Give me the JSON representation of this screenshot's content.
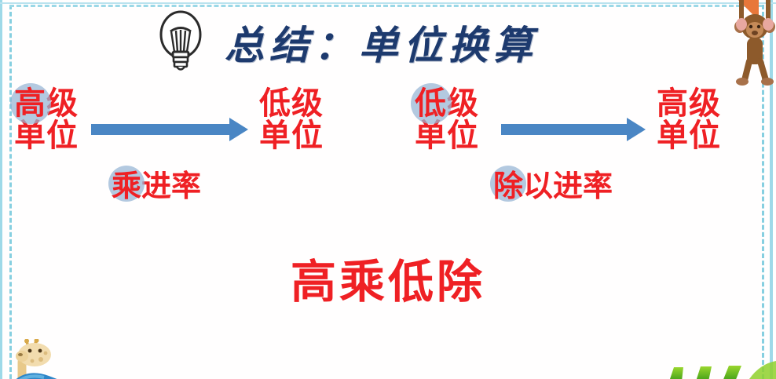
{
  "slide": {
    "title": "总结：单位换算",
    "bulb_icon": "lightbulb-icon",
    "conclusion": "高乘低除",
    "colors": {
      "title": "#1d3a6e",
      "text_red": "#ef2024",
      "arrow_blue": "#4a86c4",
      "highlight_circle": "#96b4d4",
      "border_cyan": "#86cfe0",
      "corner_orange": "#e8773a",
      "grass_green": "#74c12a"
    }
  },
  "flows": [
    {
      "from_line1_hl": "高",
      "from_line1_rest": "级",
      "from_line2": "单位",
      "to_line1": "低级",
      "to_line2": "单位",
      "operation_hl": "乘",
      "operation_rest": "进率",
      "arrow": "arrow-right-icon"
    },
    {
      "from_line1_hl": "低",
      "from_line1_rest": "级",
      "from_line2": "单位",
      "to_line1": "高级",
      "to_line2": "单位",
      "operation_hl": "除",
      "operation_rest": "以进率",
      "arrow": "arrow-right-icon"
    }
  ],
  "decorations": {
    "monkey": "monkey-icon",
    "giraffe": "giraffe-icon",
    "grass": "grass-icon",
    "corner": "corner-triangle"
  }
}
